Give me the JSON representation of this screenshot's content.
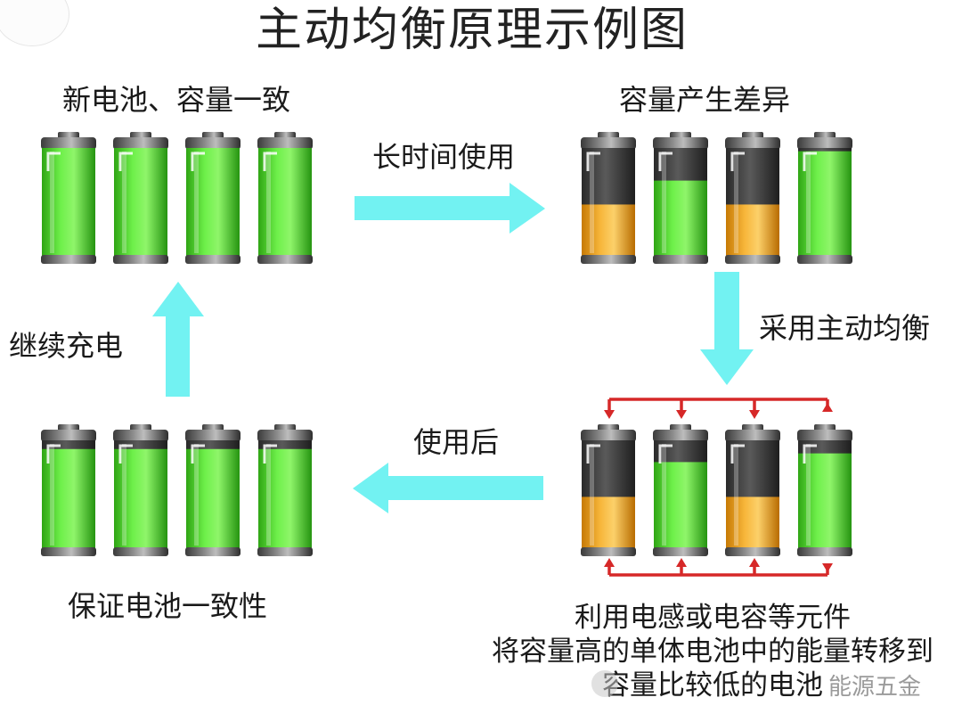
{
  "title": "主动均衡原理示例图",
  "labels": {
    "new_batteries": "新电池、容量一致",
    "long_use": "长时间使用",
    "capacity_diff": "容量产生差异",
    "active_balance": "采用主动均衡",
    "after_use": "使用后",
    "keep_consistent": "保证电池一致性",
    "continue_charge": "继续充电"
  },
  "description": [
    "利用电感或电容等元件",
    "将容量高的单体电池中的能量转移到",
    "容量比较低的电池"
  ],
  "watermark": "能源五金",
  "colors": {
    "arrow": "#72f2f2",
    "balance_arrow": "#d62828",
    "green_charge": "#4dd62b",
    "orange_charge": "#f2a31e"
  },
  "battery_groups": [
    {
      "name": "group-new",
      "fill_levels": [
        1.0,
        1.0,
        1.0,
        1.0
      ],
      "colors": [
        "green",
        "green",
        "green",
        "green"
      ]
    },
    {
      "name": "group-diff",
      "fill_levels": [
        0.48,
        0.7,
        0.48,
        0.97
      ],
      "colors": [
        "orange",
        "green",
        "orange",
        "green"
      ]
    },
    {
      "name": "group-balancing",
      "fill_levels": [
        0.48,
        0.8,
        0.48,
        0.88
      ],
      "colors": [
        "orange",
        "green",
        "orange",
        "green"
      ]
    },
    {
      "name": "group-after",
      "fill_levels": [
        0.92,
        0.92,
        0.92,
        0.92
      ],
      "colors": [
        "green",
        "green",
        "green",
        "green"
      ]
    }
  ]
}
